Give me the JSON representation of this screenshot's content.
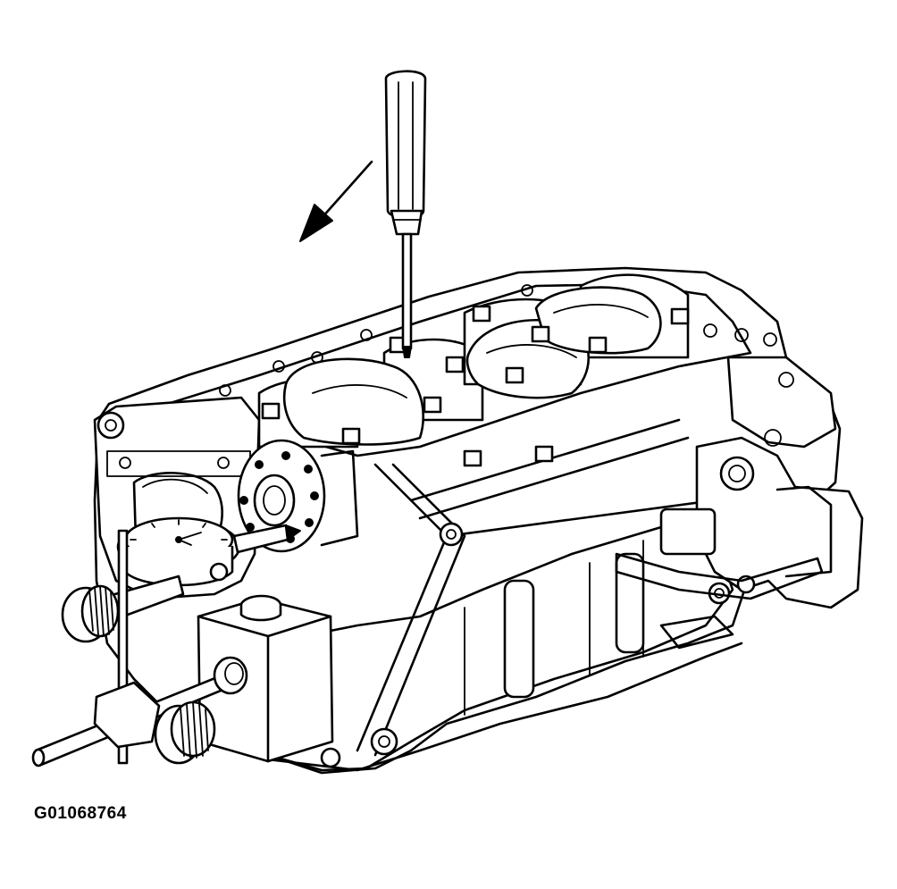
{
  "figure": {
    "id_label": "G01068764",
    "colors": {
      "line": "#000000",
      "background": "#ffffff"
    },
    "parts": [
      "engine-block",
      "crankshaft",
      "screwdriver",
      "dial-indicator",
      "magnetic-base",
      "direction-arrow"
    ]
  }
}
